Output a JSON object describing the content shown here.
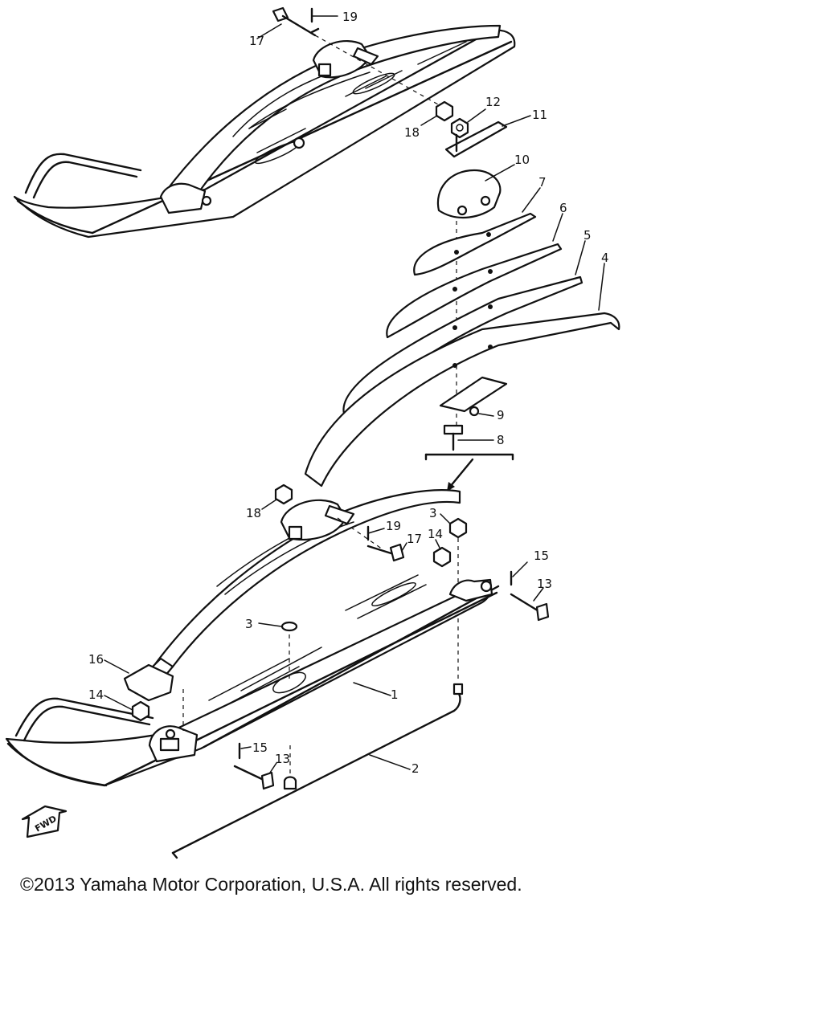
{
  "diagram": {
    "callouts": {
      "c1": "1",
      "c2": "2",
      "c3a": "3",
      "c3b": "3",
      "c4": "4",
      "c5": "5",
      "c6": "6",
      "c7": "7",
      "c8": "8",
      "c9": "9",
      "c10": "10",
      "c11": "11",
      "c12": "12",
      "c13a": "13",
      "c13b": "13",
      "c14a": "14",
      "c14b": "14",
      "c15a": "15",
      "c15b": "15",
      "c16": "16",
      "c17a": "17",
      "c17b": "17",
      "c18a": "18",
      "c18b": "18",
      "c19a": "19",
      "c19b": "19"
    },
    "fwd_label": "FWD",
    "copyright": "©2013 Yamaha Motor Corporation, U.S.A. All rights reserved."
  }
}
